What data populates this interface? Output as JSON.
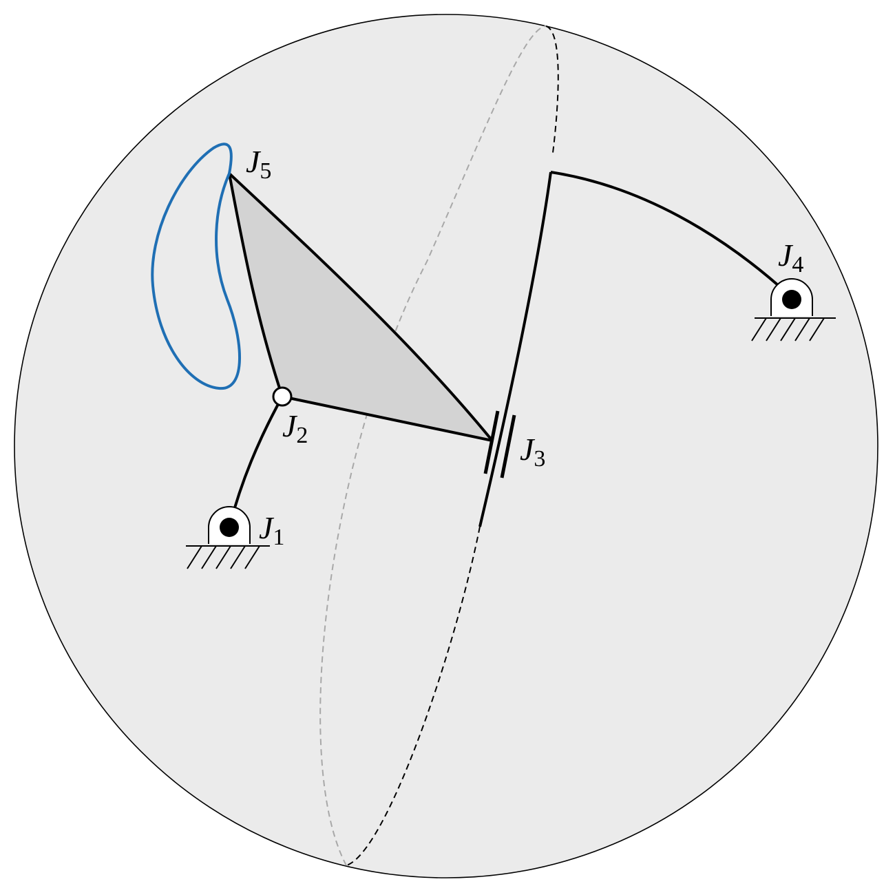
{
  "diagram": {
    "type": "spherical-linkage",
    "joints": {
      "j1": {
        "symbol": "J",
        "index": "1",
        "kind": "fixed-pivot"
      },
      "j2": {
        "symbol": "J",
        "index": "2",
        "kind": "revolute"
      },
      "j3": {
        "symbol": "J",
        "index": "3",
        "kind": "prismatic-slider"
      },
      "j4": {
        "symbol": "J",
        "index": "4",
        "kind": "fixed-pivot"
      },
      "j5": {
        "symbol": "J",
        "index": "5",
        "kind": "coupler-point"
      }
    },
    "colors": {
      "sphere_fill": "#ebebeb",
      "coupler_fill": "#d3d3d3",
      "links": "#000000",
      "coupler_curve": "#1f6fb4",
      "hidden_circle": "#a8a8a8"
    }
  }
}
